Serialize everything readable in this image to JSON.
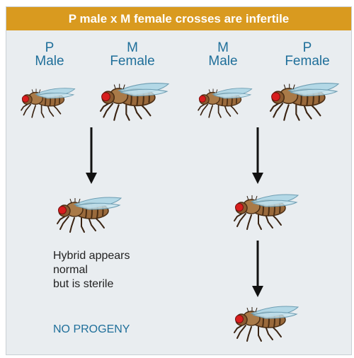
{
  "banner": {
    "title": "P male x M female crosses are infertile"
  },
  "parents": [
    {
      "strain": "P",
      "sex": "Male"
    },
    {
      "strain": "M",
      "sex": "Female"
    },
    {
      "strain": "M",
      "sex": "Male"
    },
    {
      "strain": "P",
      "sex": "Female"
    }
  ],
  "left_result": {
    "note_lines": [
      "Hybrid appears",
      "normal",
      "but is sterile"
    ],
    "outcome": "NO PROGENY"
  },
  "colors": {
    "banner_bg": "#d99a1f",
    "label_text": "#1f6f9a",
    "panel_bg": "#e9edf0",
    "fly_body": "#9a6a3c",
    "fly_eye": "#d81e1e",
    "fly_wing": "#a9d3e4"
  },
  "icons": [
    "fruit-fly-icon",
    "arrow-down-icon"
  ]
}
